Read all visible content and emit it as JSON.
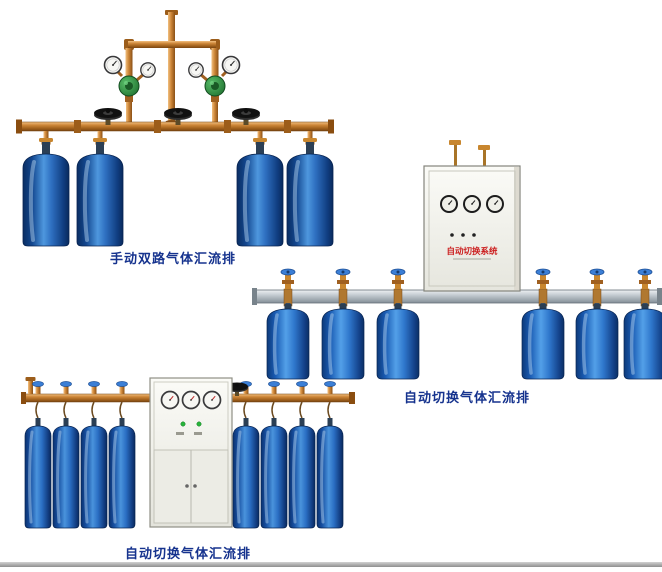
{
  "captions": {
    "product1": "手动双路气体汇流排",
    "product2": "自动切换气体汇流排",
    "product3": "自动切换气体汇流排"
  },
  "cabinet": {
    "label": "自动切换系统"
  },
  "colors": {
    "caption_text": "#16338e",
    "cabinet_label_red": "#cc2020",
    "cylinder_blue": "#1d5cb8",
    "pipe_brass": "#c8862e",
    "rail_silver": "#b9c2c9",
    "regulator_green": "#1c6c2c"
  }
}
